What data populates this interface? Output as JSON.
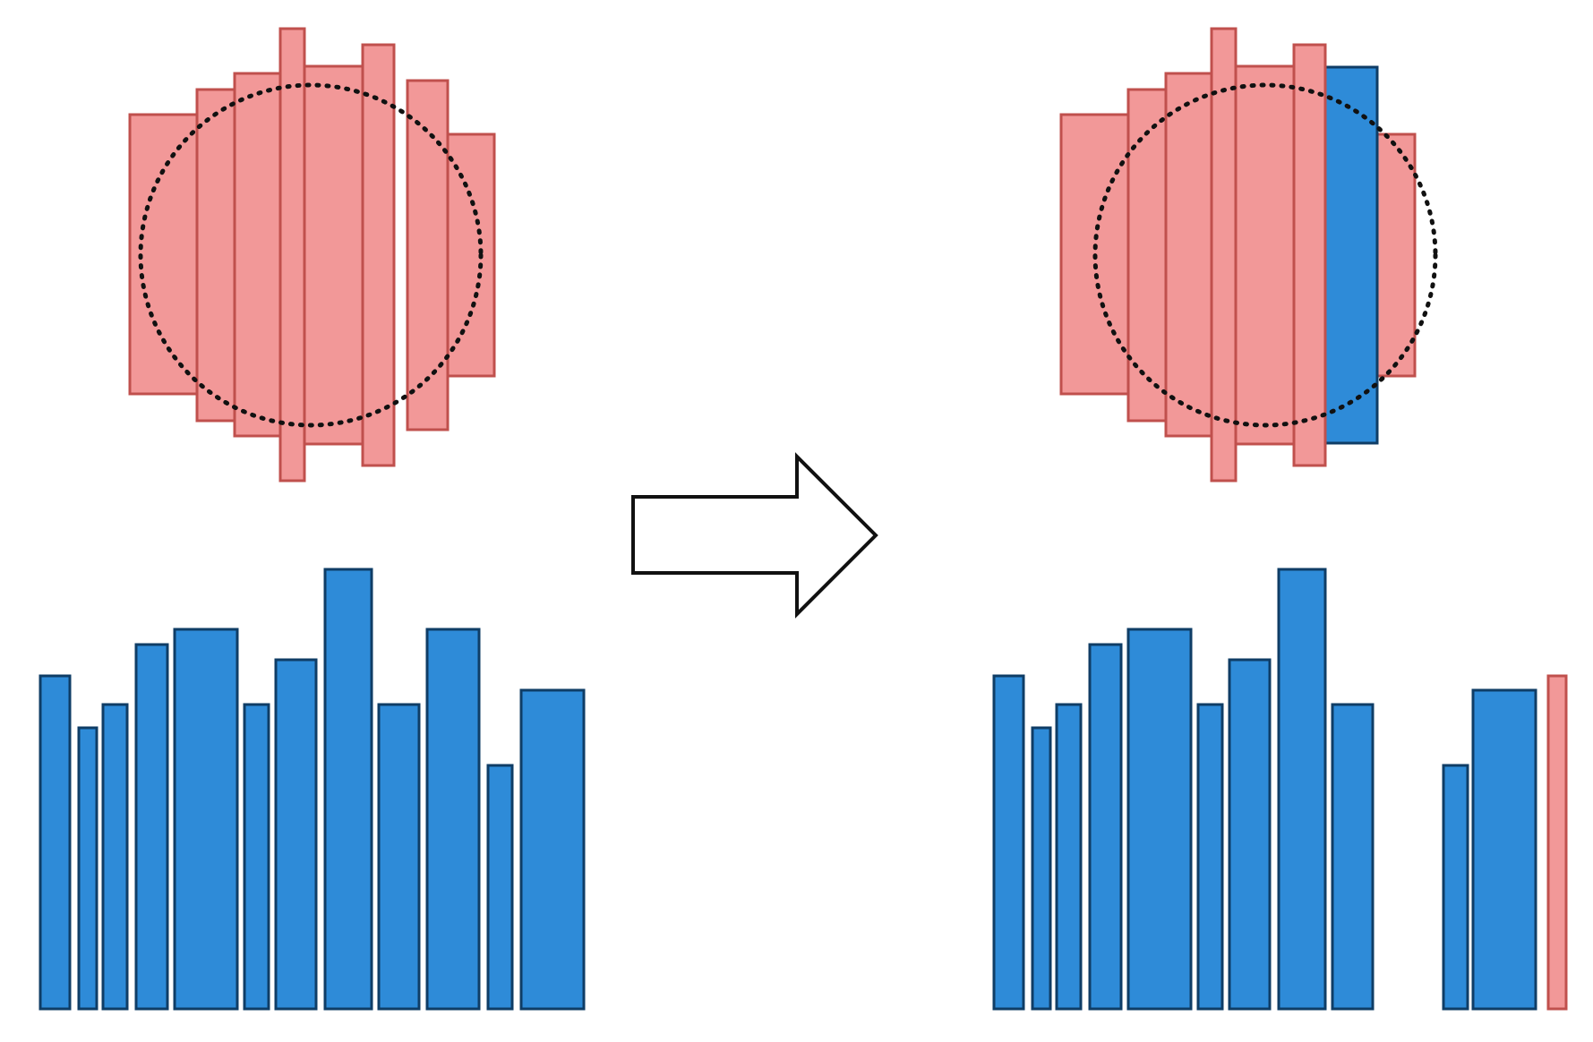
{
  "colors": {
    "red_fill": "#f29898",
    "red_stroke": "#c0504d",
    "blue_fill": "#2e8bd8",
    "blue_stroke": "#0f3d66",
    "dot_circle": "#111111",
    "arrow_stroke": "#111111",
    "arrow_fill": "#ffffff",
    "background": "#ffffff"
  },
  "panels": {
    "before": {
      "cluster_bar_colors": [
        "red",
        "red",
        "red",
        "red",
        "red",
        "red",
        "red",
        "red"
      ],
      "row_bar_colors": [
        "blue",
        "blue",
        "blue",
        "blue",
        "blue",
        "blue",
        "blue",
        "blue",
        "blue",
        "blue",
        "blue",
        "blue",
        "blue"
      ]
    },
    "after": {
      "cluster_bar_colors": [
        "red",
        "red",
        "red",
        "red",
        "red",
        "red",
        "blue",
        "red",
        "red"
      ],
      "row_bar_colors": [
        "blue",
        "blue",
        "blue",
        "blue",
        "blue",
        "blue",
        "blue",
        "blue",
        "blue",
        "blue",
        "blue",
        "red"
      ]
    }
  },
  "arrow": {
    "direction": "right"
  }
}
